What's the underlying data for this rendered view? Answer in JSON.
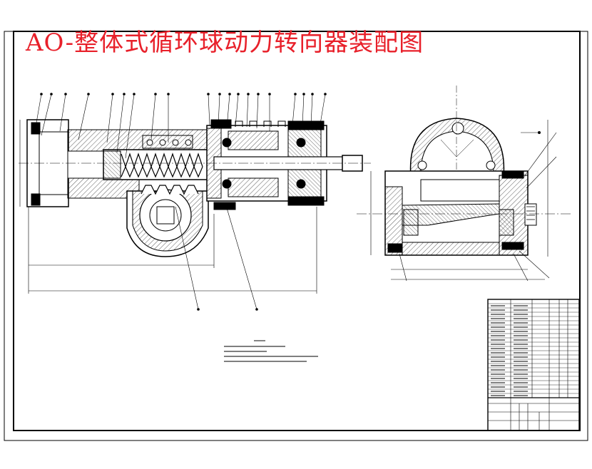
{
  "title": "AO-整体式循环球动力转向器装配图",
  "colors": {
    "title": "#e8202a",
    "ink": "#000000",
    "hatch": "#333333",
    "paper": "#ffffff"
  },
  "drawing": {
    "views": [
      "main-section-view",
      "side-section-view"
    ],
    "balloon_count_top": 20,
    "balloon_count_bottom": 2
  }
}
